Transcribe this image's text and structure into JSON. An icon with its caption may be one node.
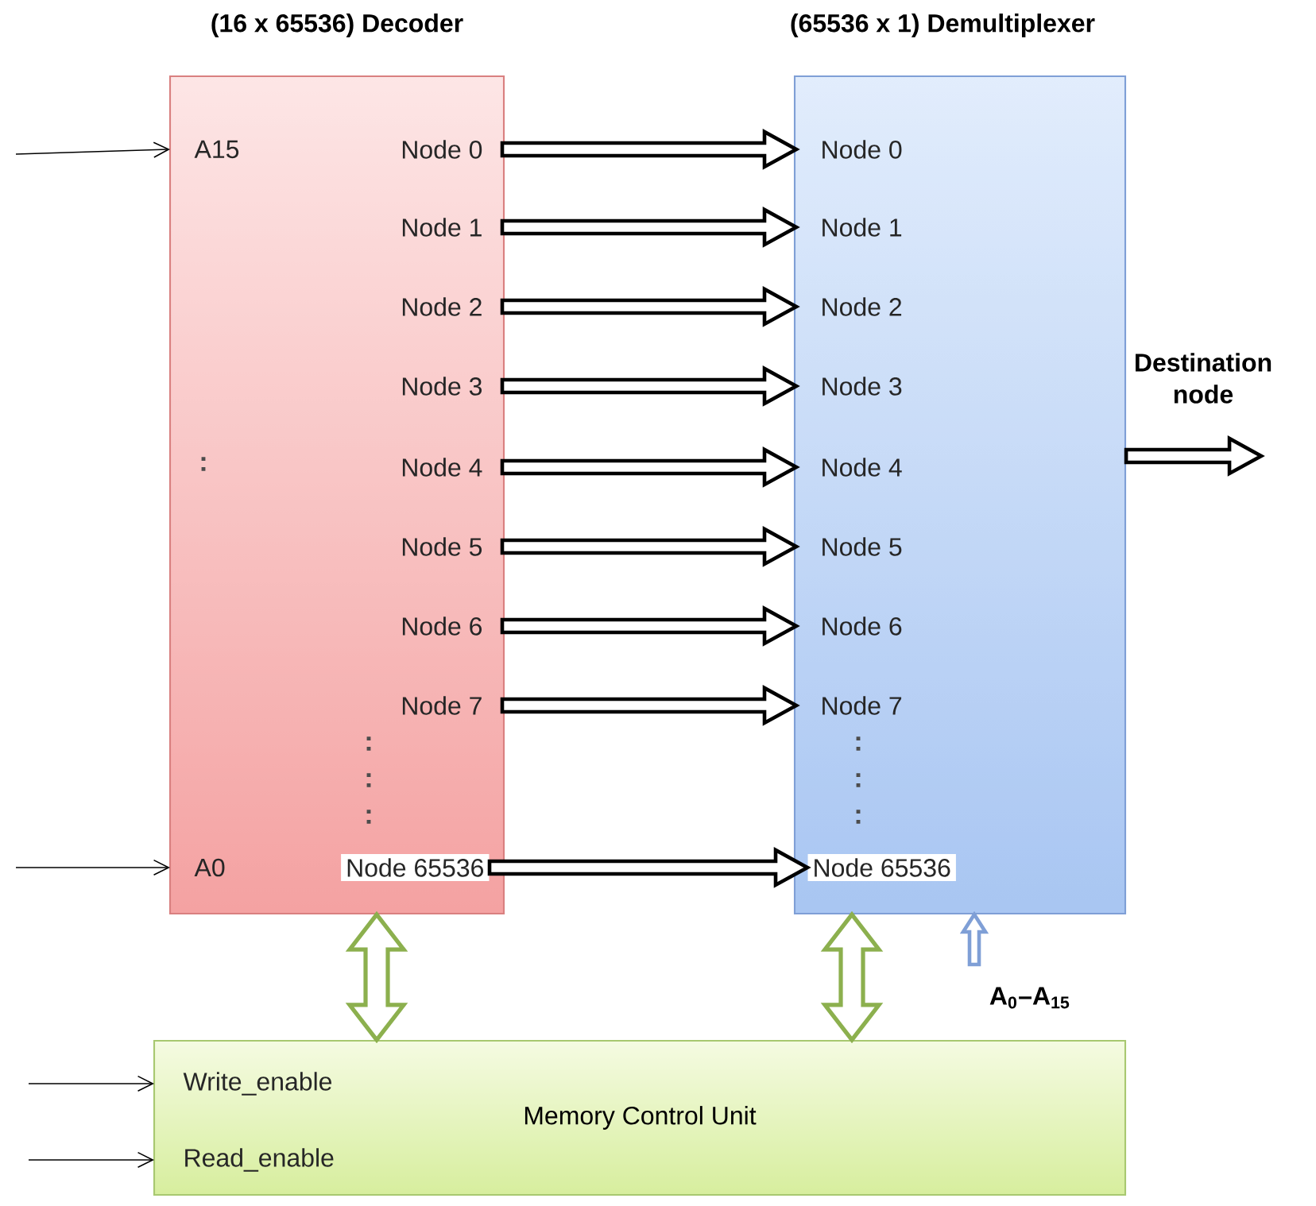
{
  "diagram": {
    "nodes": [
      {
        "text": [
          "(16 x 65536) Decoder"
        ]
      },
      {
        "text": [
          "A15"
        ],
        "in": 0
      },
      {
        "text": [
          "Node 0"
        ],
        "in": 0
      },
      {
        "text": [
          "Node 1"
        ],
        "in": 0
      },
      {
        "text": [
          "Node 2"
        ],
        "in": 0
      },
      {
        "text": [
          "Node 3"
        ],
        "in": 0
      },
      {
        "text": [
          "Node 4"
        ],
        "in": 0
      },
      {
        "text": [
          "Node 5"
        ],
        "in": 0
      },
      {
        "text": [
          "Node 6"
        ],
        "in": 0
      },
      {
        "text": [
          "Node 7"
        ],
        "in": 0
      },
      {
        "text": [
          "A0"
        ],
        "in": 0
      },
      {
        "text": [
          "Node 65536"
        ],
        "in": 0
      },
      {
        "text": [
          "(65536 x 1) Demultiplexer"
        ]
      },
      {
        "text": [
          "Node 0"
        ],
        "in": 12
      },
      {
        "text": [
          "Node 1"
        ],
        "in": 12
      },
      {
        "text": [
          "Node 2"
        ],
        "in": 12
      },
      {
        "text": [
          "Node 3"
        ],
        "in": 12
      },
      {
        "text": [
          "Node 4"
        ],
        "in": 12
      },
      {
        "text": [
          "Node 5"
        ],
        "in": 12
      },
      {
        "text": [
          "Node 6"
        ],
        "in": 12
      },
      {
        "text": [
          "Node 7"
        ],
        "in": 12
      },
      {
        "text": [
          "Node 65536"
        ],
        "in": 12
      },
      {
        "text": [
          "Memory Control Unit"
        ]
      },
      {
        "text": [
          "Write_enable"
        ],
        "in": 22
      },
      {
        "text": [
          "Read_enable"
        ],
        "in": 22
      }
    ],
    "edges": [
      {
        "from": null,
        "to": 1,
        "arrow": "to"
      },
      {
        "from": null,
        "to": 10,
        "arrow": "to"
      },
      {
        "from": 2,
        "to": 13,
        "arrow": "to",
        "style": "thick"
      },
      {
        "from": 3,
        "to": 14,
        "arrow": "to",
        "style": "thick"
      },
      {
        "from": 4,
        "to": 15,
        "arrow": "to",
        "style": "thick"
      },
      {
        "from": 5,
        "to": 16,
        "arrow": "to",
        "style": "thick"
      },
      {
        "from": 6,
        "to": 17,
        "arrow": "to",
        "style": "thick"
      },
      {
        "from": 7,
        "to": 18,
        "arrow": "to",
        "style": "thick"
      },
      {
        "from": 8,
        "to": 19,
        "arrow": "to",
        "style": "thick"
      },
      {
        "from": 9,
        "to": 20,
        "arrow": "to",
        "style": "thick"
      },
      {
        "from": 11,
        "to": 21,
        "arrow": "to",
        "style": "thick"
      },
      {
        "from": 12,
        "to": null,
        "arrow": "to",
        "style": "thick",
        "label": "Destination node"
      },
      {
        "from": 0,
        "to": 22,
        "arrow": "both",
        "style": "thick",
        "color": "#8cb04e"
      },
      {
        "from": 12,
        "to": 22,
        "arrow": "both",
        "style": "thick",
        "color": "#8cb04e"
      },
      {
        "from": null,
        "to": 12,
        "arrow": "to",
        "style": "thick",
        "color": "#7f9fd6",
        "label": "A$_{0}$–A$_{15}$"
      },
      {
        "from": null,
        "to": 23,
        "arrow": "to"
      },
      {
        "from": null,
        "to": 24,
        "arrow": "to"
      }
    ],
    "labels": [
      ":",
      ":",
      ":",
      ":",
      ":",
      ":",
      ":"
    ]
  }
}
